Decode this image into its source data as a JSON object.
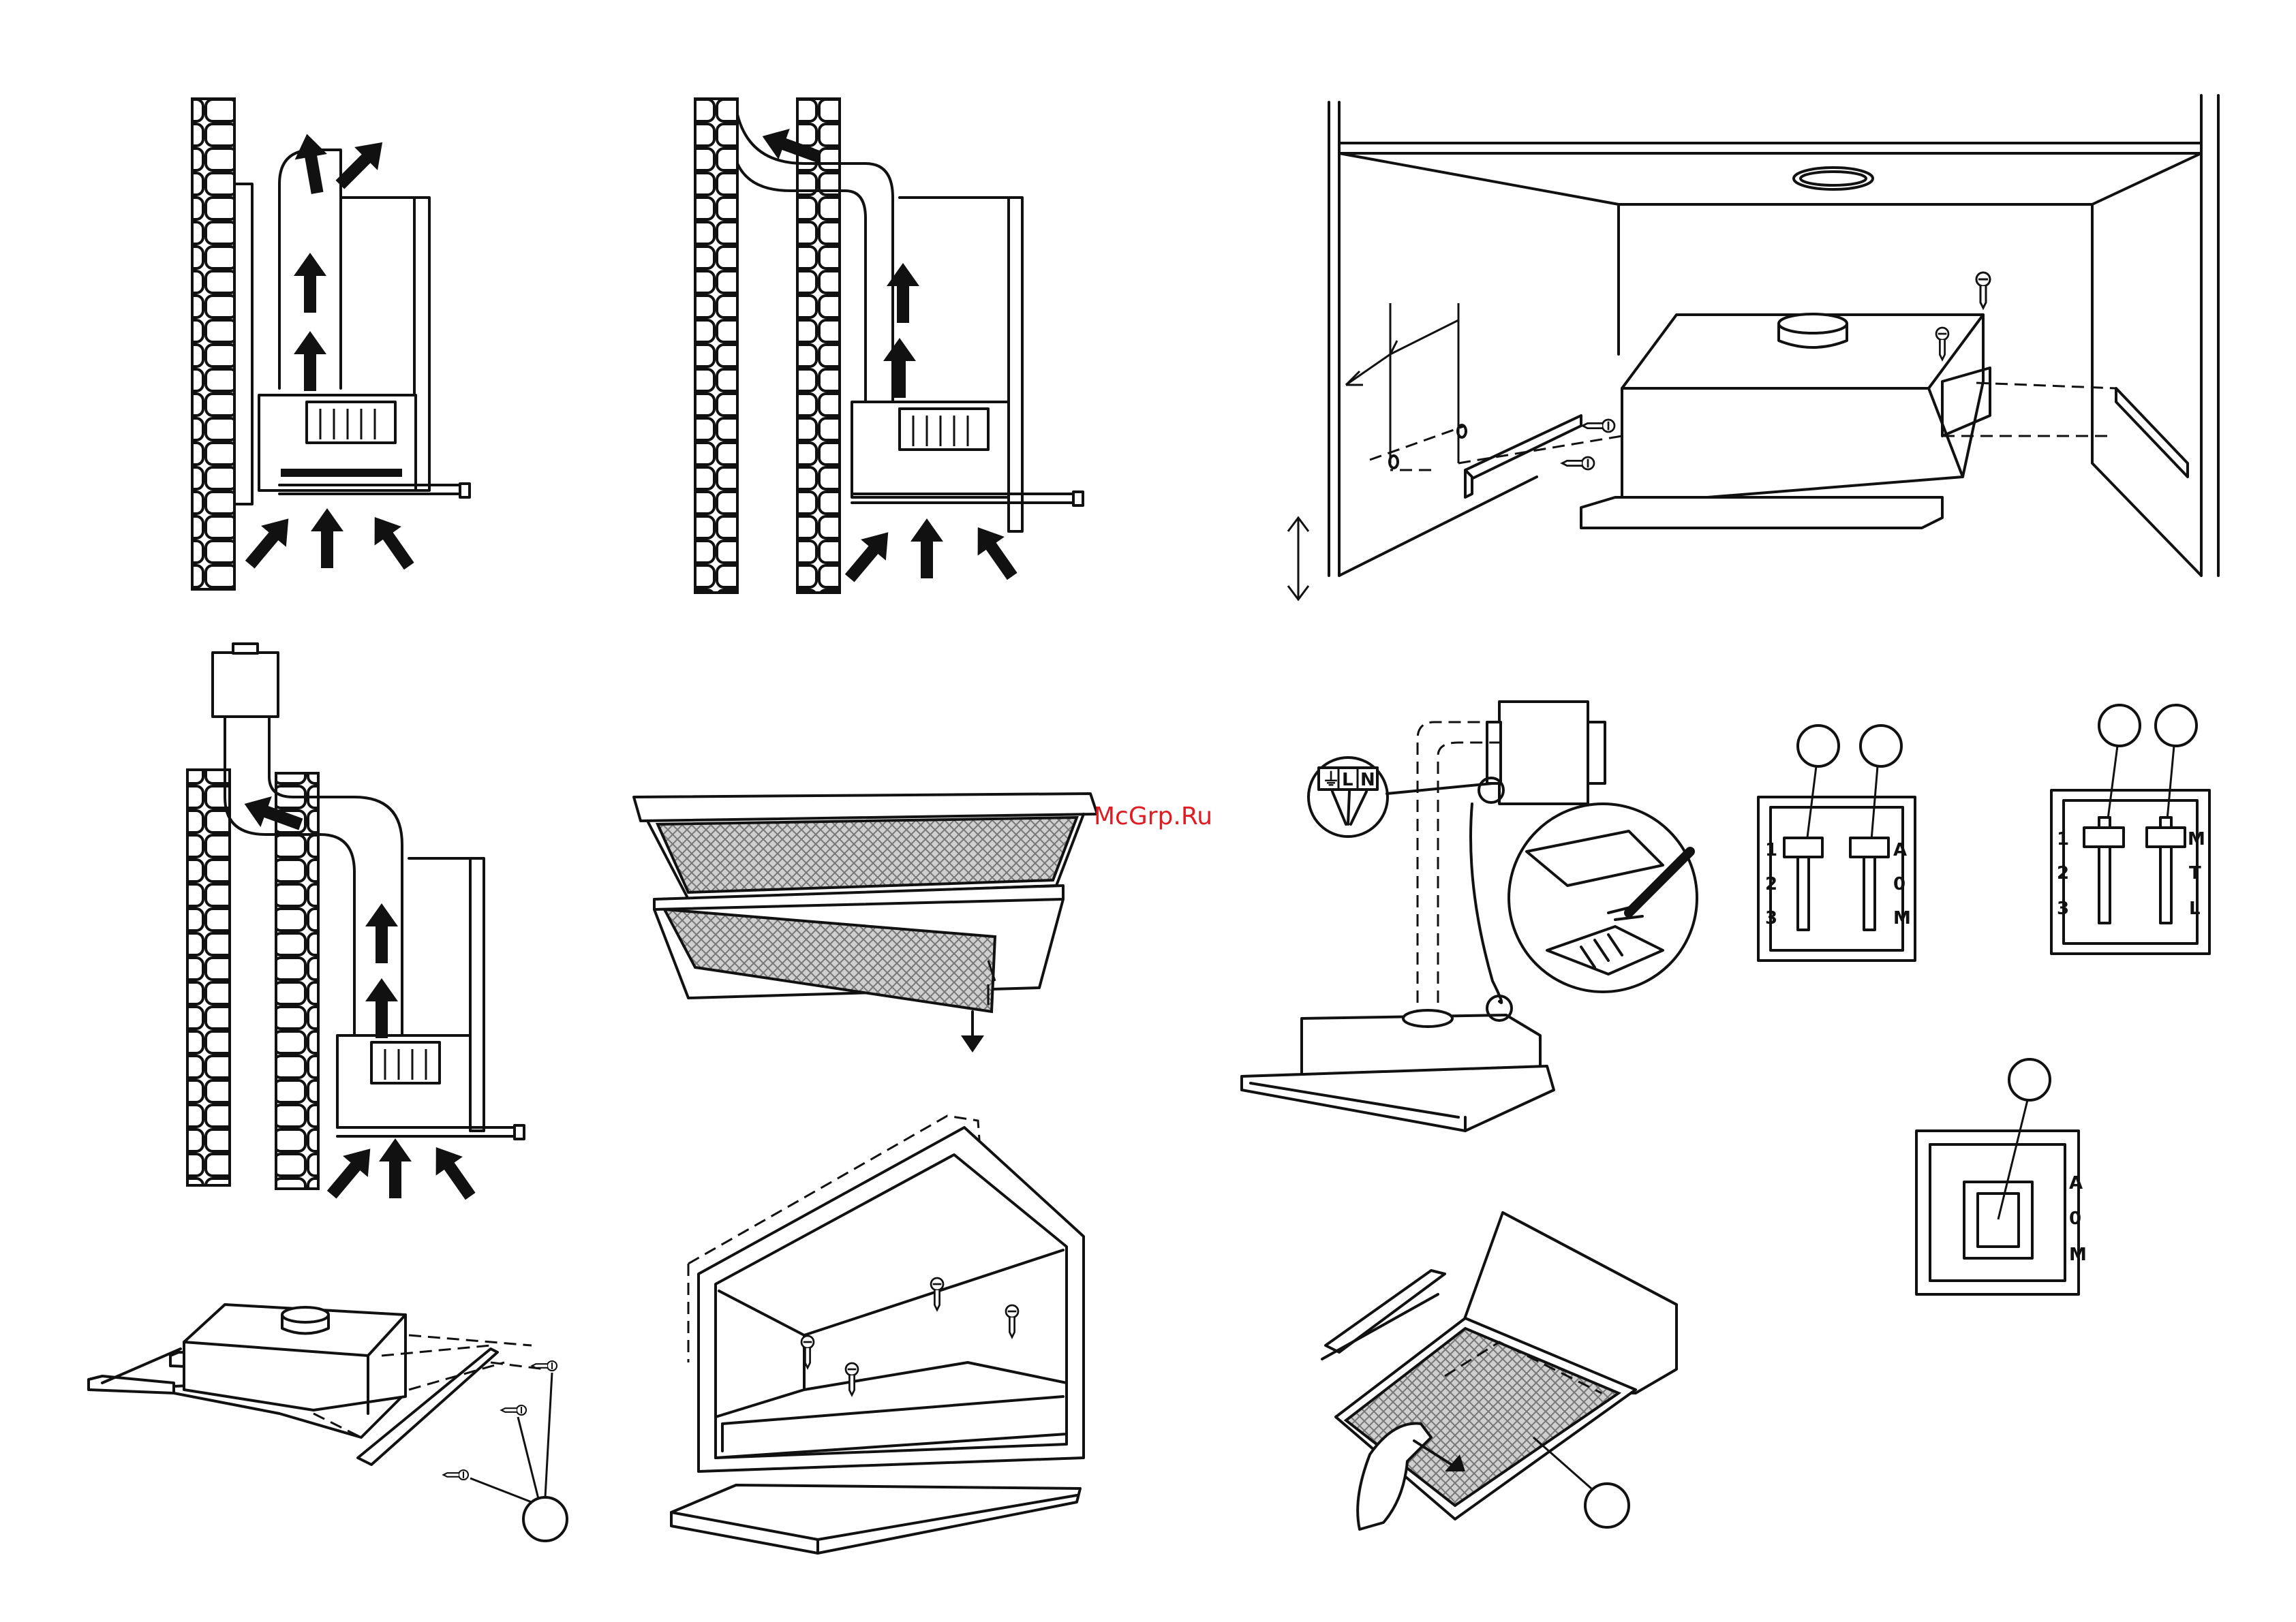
{
  "watermark": {
    "text": "McGrp.Ru",
    "color": "#e11b22"
  },
  "wiring": {
    "terminals": [
      "⏚",
      "L",
      "N"
    ]
  },
  "switch_panel_a": {
    "left_marks": [
      "1",
      "2",
      "3"
    ],
    "right_marks": [
      "A",
      "0",
      "M"
    ]
  },
  "switch_panel_b": {
    "left_marks": [
      "1",
      "2",
      "3"
    ],
    "right_marks": [
      "M",
      "T",
      "L"
    ]
  },
  "switch_panel_c": {
    "right_marks": [
      "A",
      "0",
      "M"
    ]
  },
  "icons": [
    "arrow-up-icon",
    "duct-icon",
    "brick-wall-icon",
    "screw-icon",
    "callout-circle-icon",
    "grease-filter-icon",
    "rocker-switch-icon"
  ]
}
